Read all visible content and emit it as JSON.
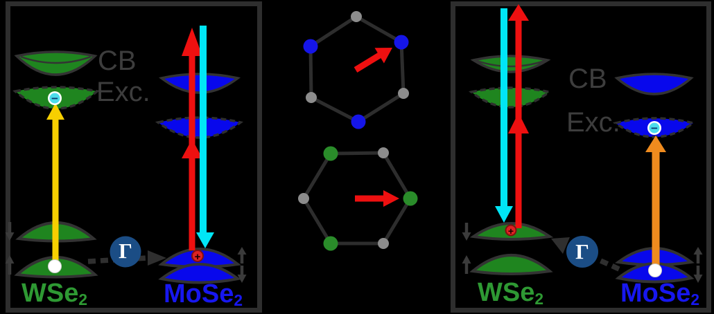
{
  "figure": {
    "left_panel": {
      "cb_label": "CB",
      "exc_label": "Exc.",
      "wse2": {
        "base": "WSe",
        "sub": "2"
      },
      "mose2": {
        "base": "MoSe",
        "sub": "2"
      },
      "gamma": "Γ",
      "electron_symbol": "−",
      "hole_symbol": "+"
    },
    "right_panel": {
      "cb_label": "CB",
      "exc_label": "Exc.",
      "wse2": {
        "base": "WSe",
        "sub": "2"
      },
      "mose2": {
        "base": "MoSe",
        "sub": "2"
      },
      "gamma": "Γ",
      "electron_symbol": "−",
      "hole_symbol": "+"
    },
    "brillouin_zones": {
      "top_hexagon": {
        "vertex_colors": [
          "gray",
          "blue",
          "gray",
          "blue",
          "gray",
          "blue"
        ]
      },
      "bottom_hexagon": {
        "vertex_colors": [
          "green",
          "gray",
          "green",
          "gray",
          "green",
          "gray"
        ]
      }
    }
  },
  "colors": {
    "bg": "#000000",
    "panel_border": "#2e2e2e",
    "band_green": "#1f851f",
    "band_blue": "#0808ec",
    "band_outline": "#333333",
    "dash_outline": "#2f2f2f",
    "text_gray": "#3d3d3d",
    "text_green": "#2e9933",
    "text_blue": "#1717ef",
    "arrow_yellow": "#f7cf00",
    "arrow_red": "#ee1010",
    "arrow_cyan": "#00e6f6",
    "arrow_orange": "#ef8b1e",
    "gamma_circle": "#1b4d85",
    "connector_gray": "#2f2f2f",
    "spin_arrow": "#3b3b3b",
    "hex_edge": "#2d2d2d",
    "dot_gray": "#8c8c8c",
    "dot_blue": "#1515e8",
    "dot_green": "#2a8c2a",
    "electron_fill": "#4cdcec",
    "electron_ring": "#ffffff",
    "electron_minus": "#0a3a70",
    "hole_red_fill": "#dd2222",
    "hole_red_border": "#801010",
    "hole_white": "#ffffff",
    "plus_dark": "#1a0000"
  }
}
